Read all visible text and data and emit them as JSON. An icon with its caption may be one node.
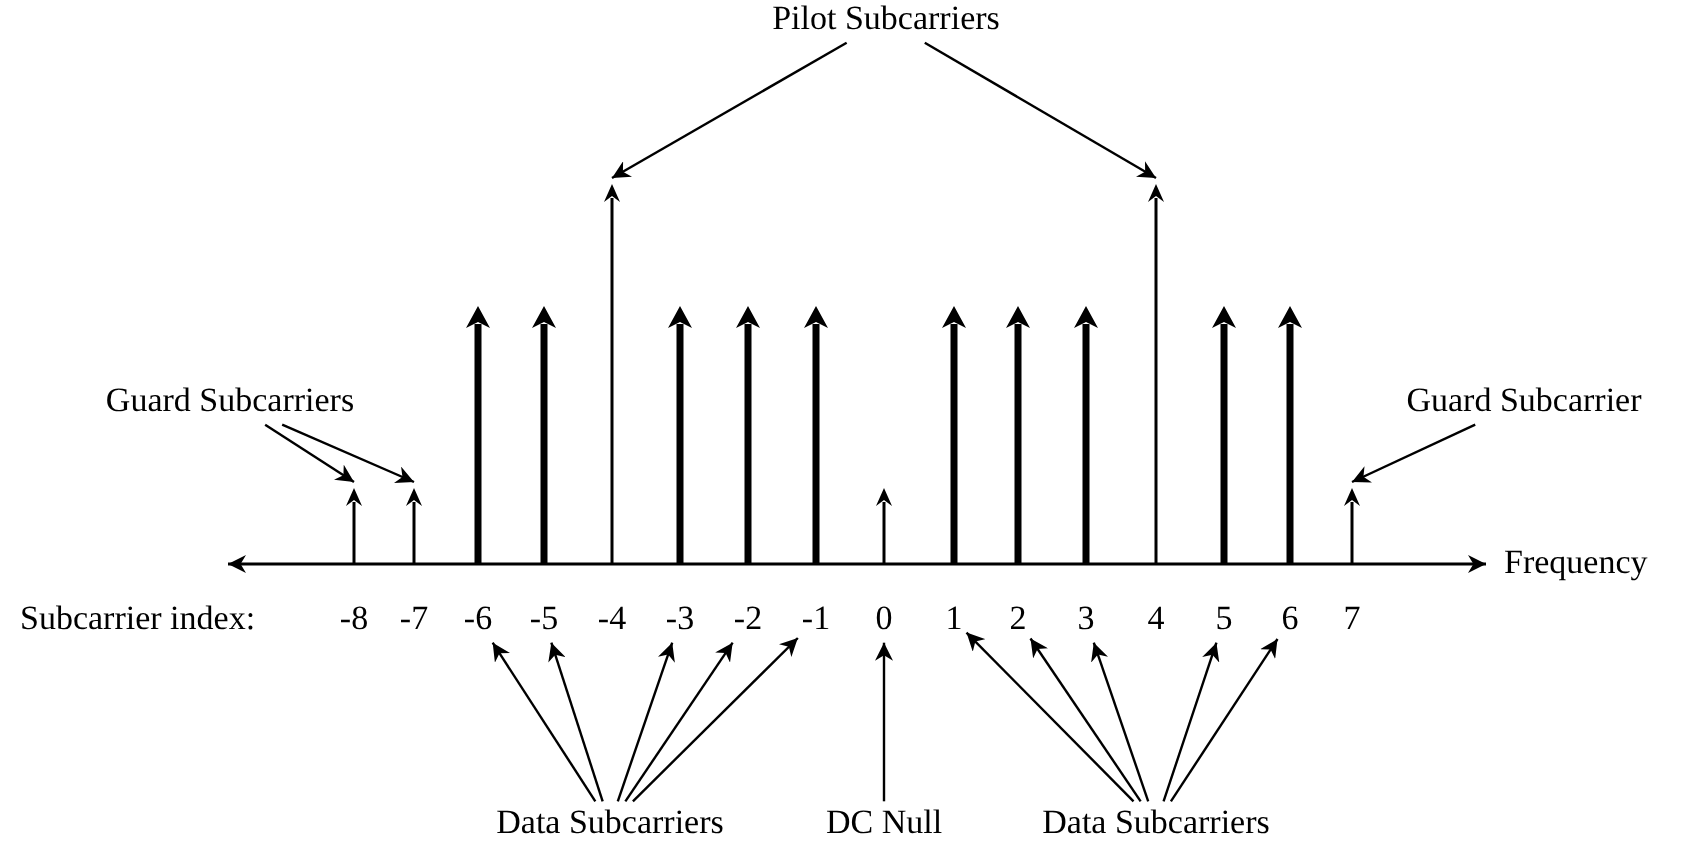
{
  "diagram": {
    "nodes": [
      {
        "text": [
          "Pilot Subcarriers"
        ]
      },
      {
        "text": [
          "Guard Subcarriers"
        ]
      },
      {
        "text": [
          "Guard Subcarrier"
        ]
      },
      {
        "text": [],
        "shape": "arrow"
      },
      {
        "text": [],
        "shape": "arrow"
      },
      {
        "text": [],
        "shape": "arrow"
      },
      {
        "text": [],
        "shape": "arrow"
      },
      {
        "text": [],
        "shape": "arrow"
      },
      {
        "text": [],
        "shape": "arrow"
      },
      {
        "text": [],
        "shape": "arrow"
      },
      {
        "text": [],
        "shape": "arrow"
      },
      {
        "text": [],
        "shape": "arrow"
      },
      {
        "text": [],
        "shape": "arrow"
      },
      {
        "text": [],
        "shape": "arrow"
      },
      {
        "text": [],
        "shape": "arrow"
      },
      {
        "text": [],
        "shape": "arrow"
      },
      {
        "text": [],
        "shape": "arrow"
      },
      {
        "text": [],
        "shape": "arrow"
      },
      {
        "text": [],
        "shape": "arrow"
      },
      {
        "text": [
          "-8"
        ]
      },
      {
        "text": [
          "-7"
        ]
      },
      {
        "text": [
          "-6"
        ]
      },
      {
        "text": [
          "-5"
        ]
      },
      {
        "text": [
          "-4"
        ]
      },
      {
        "text": [
          "-3"
        ]
      },
      {
        "text": [
          "-2"
        ]
      },
      {
        "text": [
          "-1"
        ]
      },
      {
        "text": [
          "0"
        ]
      },
      {
        "text": [
          "1"
        ]
      },
      {
        "text": [
          "2"
        ]
      },
      {
        "text": [
          "3"
        ]
      },
      {
        "text": [
          "4"
        ]
      },
      {
        "text": [
          "5"
        ]
      },
      {
        "text": [
          "6"
        ]
      },
      {
        "text": [
          "7"
        ]
      },
      {
        "text": [
          "Data Subcarriers"
        ]
      },
      {
        "text": [
          "DC Null"
        ]
      },
      {
        "text": [
          "Data Subcarriers"
        ]
      }
    ],
    "edges": [
      {
        "from": 0,
        "to": 7,
        "arrow": "to"
      },
      {
        "from": 0,
        "to": 15,
        "arrow": "to"
      },
      {
        "from": 1,
        "to": 3,
        "arrow": "to"
      },
      {
        "from": 1,
        "to": 4,
        "arrow": "to"
      },
      {
        "from": 2,
        "to": 18,
        "arrow": "to"
      },
      {
        "from": 35,
        "to": 21,
        "arrow": "to"
      },
      {
        "from": 35,
        "to": 22,
        "arrow": "to"
      },
      {
        "from": 35,
        "to": 24,
        "arrow": "to"
      },
      {
        "from": 35,
        "to": 25,
        "arrow": "to"
      },
      {
        "from": 35,
        "to": 26,
        "arrow": "to"
      },
      {
        "from": 36,
        "to": 27,
        "arrow": "to"
      },
      {
        "from": 37,
        "to": 28,
        "arrow": "to"
      },
      {
        "from": 37,
        "to": 29,
        "arrow": "to"
      },
      {
        "from": 37,
        "to": 30,
        "arrow": "to"
      },
      {
        "from": 37,
        "to": 32,
        "arrow": "to"
      },
      {
        "from": 37,
        "to": 33,
        "arrow": "to"
      }
    ],
    "labels": [
      "Subcarrier index:",
      "Frequency"
    ]
  }
}
